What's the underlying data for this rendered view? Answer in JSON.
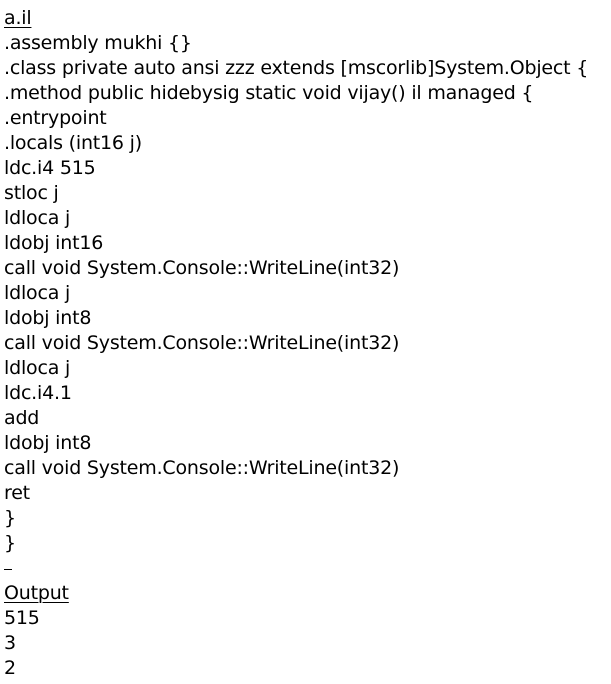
{
  "file_title": "a.il",
  "code_lines": [
    ".assembly mukhi {}",
    ".class private auto ansi zzz extends [mscorlib]System.Object {",
    ".method public hidebysig static void vijay() il managed {",
    ".entrypoint",
    ".locals (int16 j)",
    "ldc.i4 515",
    "stloc j",
    "ldloca j",
    "ldobj int16",
    "call void System.Console::WriteLine(int32)",
    "ldloca j",
    "ldobj int8",
    "call void System.Console::WriteLine(int32)",
    "ldloca j",
    "ldc.i4.1",
    "add",
    "ldobj int8",
    "call void System.Console::WriteLine(int32)",
    "ret",
    "}",
    "}"
  ],
  "output_heading": "Output",
  "output_lines": [
    "515",
    "3",
    "2"
  ]
}
